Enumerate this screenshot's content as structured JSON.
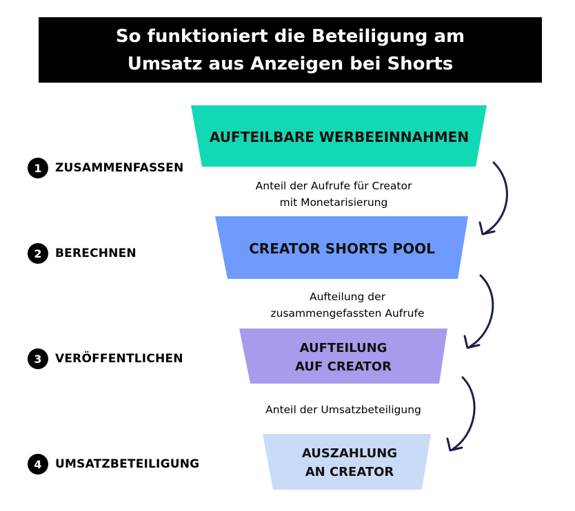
{
  "title": {
    "line1": "So funktioniert die Beteiligung am",
    "line2": "Umsatz aus Anzeigen bei Shorts"
  },
  "steps": [
    {
      "number": "1",
      "label": "ZUSAMMENFASSEN"
    },
    {
      "number": "2",
      "label": "BERECHNEN"
    },
    {
      "number": "3",
      "label": "VERÖFFENTLICHEN"
    },
    {
      "number": "4",
      "label": "UMSATZBETEILIGUNG"
    }
  ],
  "tiers": [
    {
      "lines": [
        "AUFTEILBARE WERBEEINNAHMEN"
      ],
      "color": "#12D9B3"
    },
    {
      "lines": [
        "CREATOR SHORTS POOL"
      ],
      "color": "#6F9BFF"
    },
    {
      "lines": [
        "AUFTEILUNG",
        "AUF CREATOR"
      ],
      "color": "#A99BEB"
    },
    {
      "lines": [
        "AUSZAHLUNG",
        "AN CREATOR"
      ],
      "color": "#C9DBF6"
    }
  ],
  "connectors": [
    {
      "lines": [
        "Anteil der Aufrufe für Creator",
        "mit Monetarisierung"
      ]
    },
    {
      "lines": [
        "Aufteilung der",
        "zusammengefassten Aufrufe"
      ]
    },
    {
      "lines": [
        "Anteil der Umsatzbeteiligung"
      ]
    }
  ],
  "colors": {
    "arrow": "#1B1F4D",
    "banner": "#000000"
  }
}
